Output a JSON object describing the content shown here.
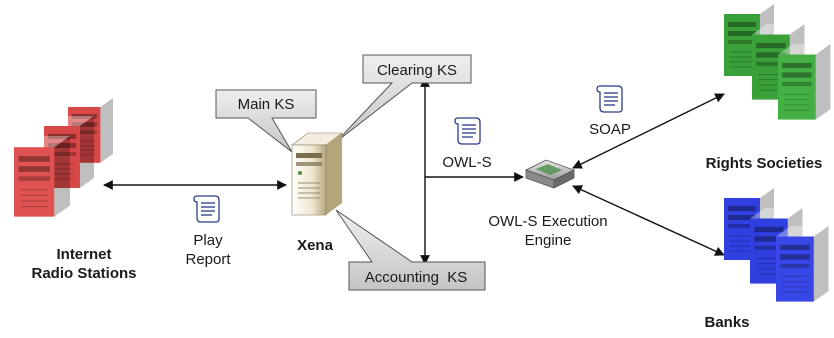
{
  "nodes": {
    "radio": {
      "label_line1": "Internet",
      "label_line2": "Radio Stations",
      "color": "#d94848"
    },
    "xena": {
      "label": "Xena"
    },
    "engine": {
      "label_line1": "OWL-S Execution",
      "label_line2": "Engine"
    },
    "rights": {
      "label": "Rights Societies",
      "color": "#3aa13a"
    },
    "banks": {
      "label": "Banks",
      "color": "#2f3fe0"
    }
  },
  "callouts": {
    "main_ks": "Main KS",
    "clearing_ks": "Clearing KS",
    "accounting_ks": "Accounting  KS"
  },
  "edge_labels": {
    "play_report_line1": "Play",
    "play_report_line2": "Report",
    "owls": "OWL-S",
    "soap": "SOAP"
  },
  "icons": [
    "server-icon",
    "document-scroll-icon",
    "router-icon"
  ]
}
